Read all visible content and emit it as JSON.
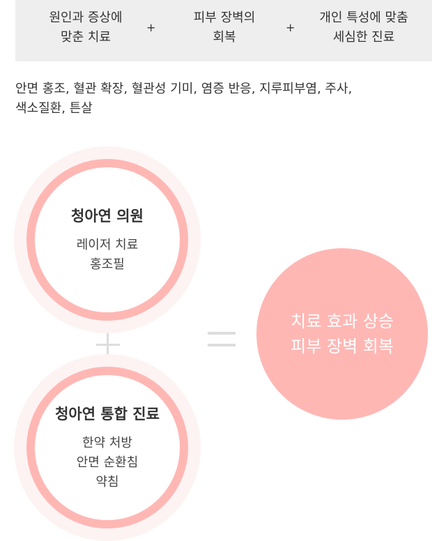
{
  "header": {
    "item1": "원인과 증상에\n맞춘 치료",
    "plus1": "+",
    "item2": "피부 장벽의\n회복",
    "plus2": "+",
    "item3": "개인 특성에 맞춤\n세심한 진료"
  },
  "symptoms": "안면 홍조, 혈관 확장, 혈관성 기미, 염증 반응, 지루피부염, 주사,\n색소질환, 튼살",
  "clinic1": {
    "title": "청아연 의원",
    "lines": [
      "레이저 치료",
      "홍조필"
    ]
  },
  "clinic2": {
    "title": "청아연 통합 진료",
    "lines": [
      "한약 처방",
      "안면 순환침",
      "약침"
    ]
  },
  "result": {
    "lines": [
      "치료 효과 상승",
      "피부 장벽 회복"
    ]
  },
  "colors": {
    "accent": "#ffb7b4",
    "circle_halo": "#fdf3f3",
    "header_bg": "#eeeeee",
    "operator": "#dddddd"
  }
}
